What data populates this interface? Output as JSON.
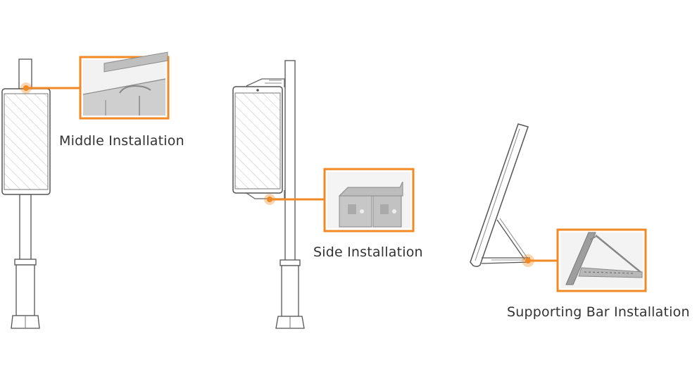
{
  "captions": {
    "middle": "Middle Installation",
    "side": "Side Installation",
    "bar": "Supporting Bar Installation"
  },
  "colors": {
    "accent": "#f08a24",
    "line": "#555555",
    "hatch": "#bdbdbd",
    "detail_bg": "#d9d9d9"
  },
  "icons": {
    "callout_marker": "orange-dot",
    "detail_panel": "zoom-inset-photo"
  }
}
